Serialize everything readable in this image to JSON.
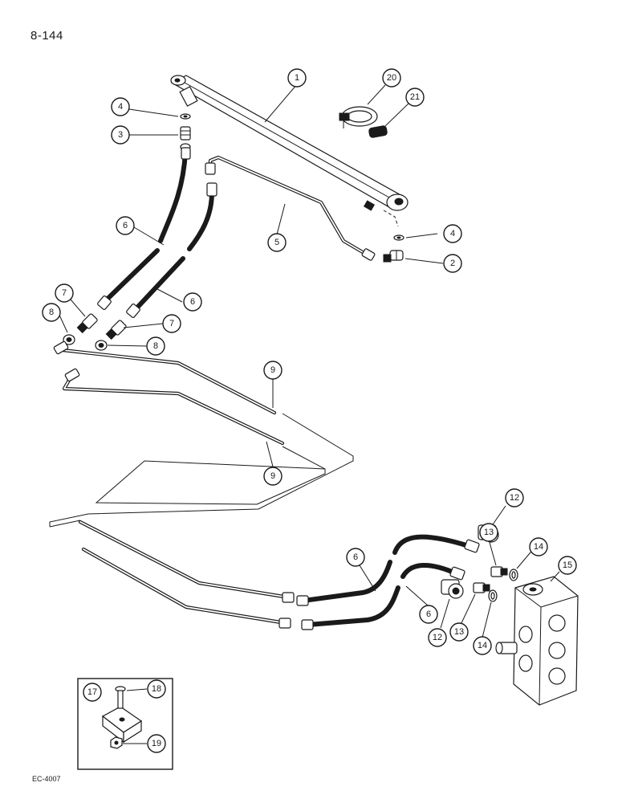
{
  "page": {
    "page_number": "8-144",
    "figure_code": "EC-4007"
  },
  "callouts": [
    {
      "id": "c1",
      "label": "1"
    },
    {
      "id": "c20",
      "label": "20"
    },
    {
      "id": "c21",
      "label": "21"
    },
    {
      "id": "c4a",
      "label": "4"
    },
    {
      "id": "c3",
      "label": "3"
    },
    {
      "id": "c4b",
      "label": "4"
    },
    {
      "id": "c2",
      "label": "2"
    },
    {
      "id": "c5",
      "label": "5"
    },
    {
      "id": "c6a",
      "label": "6"
    },
    {
      "id": "c6b",
      "label": "6"
    },
    {
      "id": "c7a",
      "label": "7"
    },
    {
      "id": "c7b",
      "label": "7"
    },
    {
      "id": "c8a",
      "label": "8"
    },
    {
      "id": "c8b",
      "label": "8"
    },
    {
      "id": "c9a",
      "label": "9"
    },
    {
      "id": "c9b",
      "label": "9"
    },
    {
      "id": "c12a",
      "label": "12"
    },
    {
      "id": "c13a",
      "label": "13"
    },
    {
      "id": "c14a",
      "label": "14"
    },
    {
      "id": "c15",
      "label": "15"
    },
    {
      "id": "c6c",
      "label": "6"
    },
    {
      "id": "c6d",
      "label": "6"
    },
    {
      "id": "c12b",
      "label": "12"
    },
    {
      "id": "c13b",
      "label": "13"
    },
    {
      "id": "c14b",
      "label": "14"
    },
    {
      "id": "c17",
      "label": "17"
    },
    {
      "id": "c18",
      "label": "18"
    },
    {
      "id": "c19",
      "label": "19"
    }
  ]
}
